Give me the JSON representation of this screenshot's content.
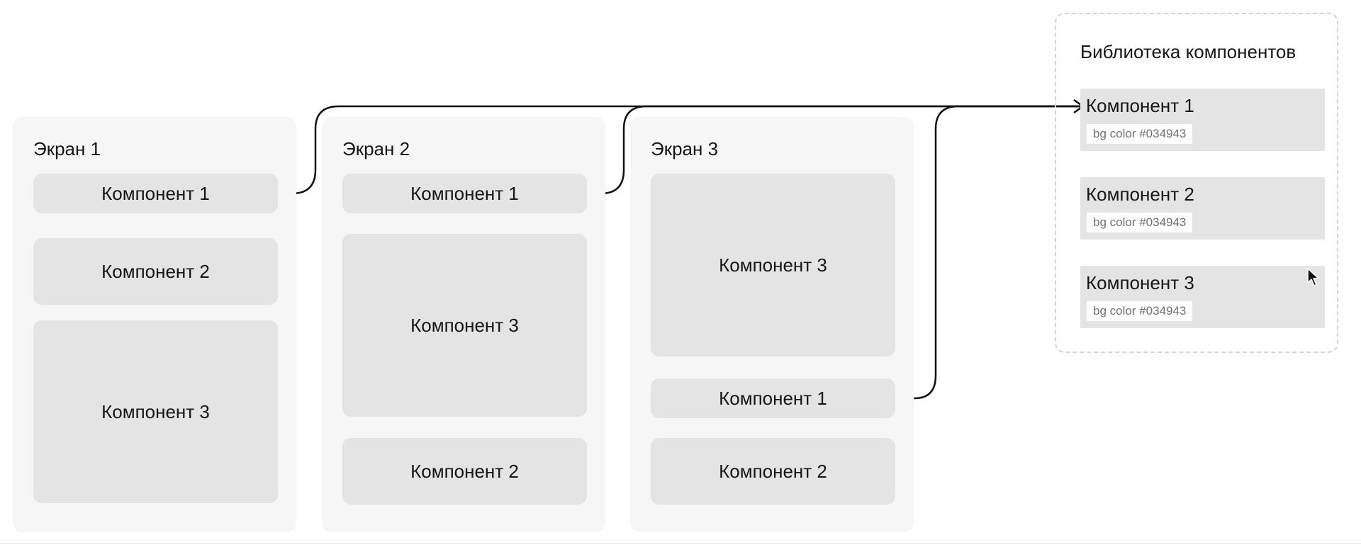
{
  "screens": [
    {
      "title": "Экран 1",
      "components": [
        {
          "label": "Компонент 1"
        },
        {
          "label": "Компонент 2"
        },
        {
          "label": "Компонент 3"
        }
      ]
    },
    {
      "title": "Экран 2",
      "components": [
        {
          "label": "Компонент 1"
        },
        {
          "label": "Компонент 3"
        },
        {
          "label": "Компонент 2"
        }
      ]
    },
    {
      "title": "Экран 3",
      "components": [
        {
          "label": "Компонент 3"
        },
        {
          "label": "Компонент 1"
        },
        {
          "label": "Компонент 2"
        }
      ]
    }
  ],
  "library": {
    "title": "Библиотека компонентов",
    "items": [
      {
        "name": "Компонент 1",
        "bg": "bg color #034943"
      },
      {
        "name": "Компонент 2",
        "bg": "bg color #034943"
      },
      {
        "name": "Компонент 3",
        "bg": "bg color #034943"
      }
    ]
  },
  "colors": {
    "card_bg": "#f6f6f6",
    "component_bg": "#e4e4e4",
    "connector": "#111111",
    "library_border": "#d3d3d3"
  }
}
